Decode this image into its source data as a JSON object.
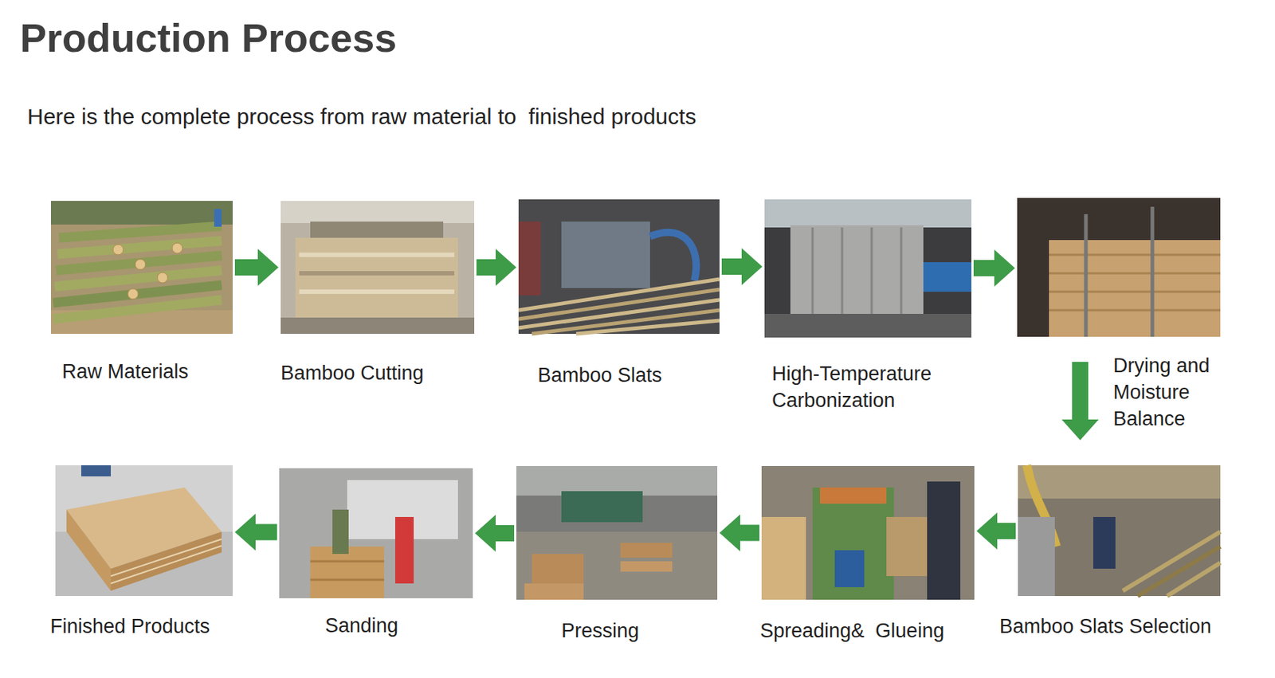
{
  "diagram": {
    "title": "Production Process",
    "nodes": [
      {
        "text": [
          "Raw Materials"
        ]
      },
      {
        "text": [
          "Bamboo Cutting"
        ]
      },
      {
        "text": [
          "Bamboo Slats"
        ]
      },
      {
        "text": [
          "High-Temperature Carbonization"
        ]
      },
      {
        "text": [
          "Drying and Moisture Balance"
        ]
      },
      {
        "text": [
          "Bamboo Slats Selection"
        ]
      },
      {
        "text": [
          "Spreading&  Glueing"
        ]
      },
      {
        "text": [
          "Pressing"
        ]
      },
      {
        "text": [
          "Sanding"
        ]
      },
      {
        "text": [
          "Finished Products"
        ]
      }
    ],
    "edges": [
      {
        "from": 0,
        "to": 1,
        "arrow": "to"
      },
      {
        "from": 1,
        "to": 2,
        "arrow": "to"
      },
      {
        "from": 2,
        "to": 3,
        "arrow": "to"
      },
      {
        "from": 3,
        "to": 4,
        "arrow": "to"
      },
      {
        "from": 4,
        "to": 5,
        "arrow": "to"
      },
      {
        "from": 5,
        "to": 6,
        "arrow": "to"
      },
      {
        "from": 6,
        "to": 7,
        "arrow": "to"
      },
      {
        "from": 7,
        "to": 8,
        "arrow": "to"
      },
      {
        "from": 8,
        "to": 9,
        "arrow": "to"
      }
    ],
    "labels": [
      "Here is the complete process from raw material to  finished products"
    ]
  }
}
